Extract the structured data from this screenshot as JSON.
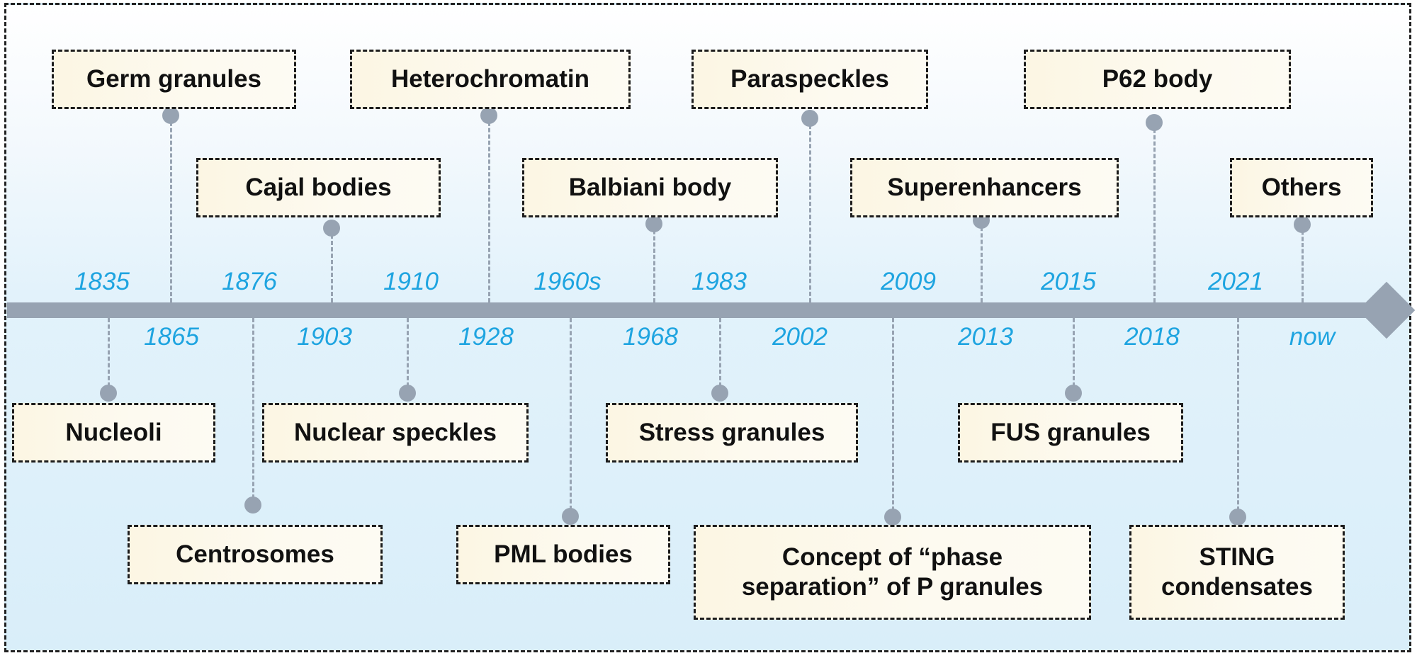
{
  "diagram": {
    "axis_color": "#97a3b2",
    "year_color": "#1ea4e0",
    "years_above_axis": [
      "1835",
      "1876",
      "1910",
      "1960s",
      "1983",
      "2009",
      "2015",
      "2021"
    ],
    "years_below_axis": [
      "1865",
      "1903",
      "1928",
      "1968",
      "2002",
      "2013",
      "2018",
      "now"
    ],
    "events": [
      {
        "year": "1835",
        "label": "Nucleoli"
      },
      {
        "year": "1865",
        "label": "Germ granules"
      },
      {
        "year": "1876",
        "label": "Centrosomes"
      },
      {
        "year": "1903",
        "label": "Cajal bodies"
      },
      {
        "year": "1910",
        "label": "Nuclear speckles"
      },
      {
        "year": "1928",
        "label": "Heterochromatin"
      },
      {
        "year": "1960s",
        "label": "PML bodies"
      },
      {
        "year": "1968",
        "label": "Balbiani body"
      },
      {
        "year": "1983",
        "label": "Stress granules"
      },
      {
        "year": "2002",
        "label": "Paraspeckles"
      },
      {
        "year": "2009",
        "label": "Concept of “phase\nseparation” of P granules"
      },
      {
        "year": "2013",
        "label": "Superenhancers"
      },
      {
        "year": "2015",
        "label": "FUS granules"
      },
      {
        "year": "2018",
        "label": "P62 body"
      },
      {
        "year": "2021",
        "label": "STING\ncondensates"
      },
      {
        "year": "now",
        "label": "Others"
      }
    ]
  }
}
